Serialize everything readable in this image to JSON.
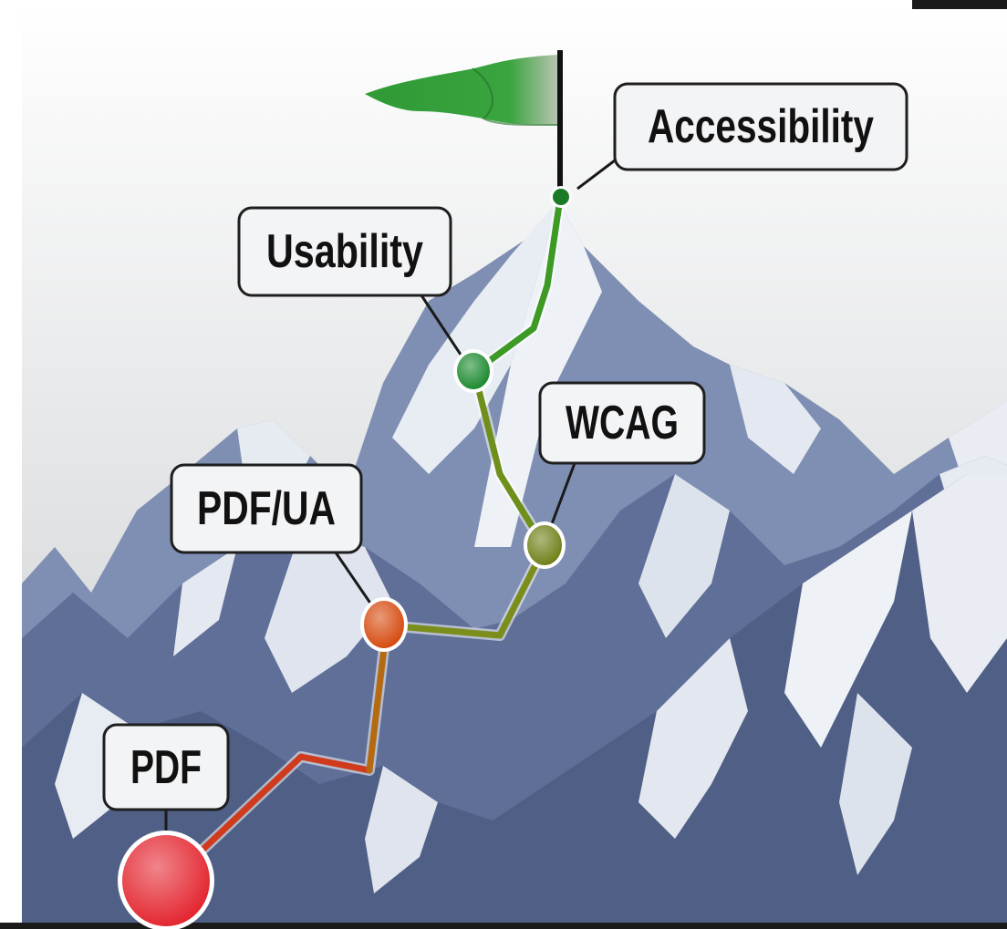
{
  "title": "",
  "colors": {
    "sky_top": "#ffffff",
    "sky_bottom": "#c9cccf",
    "mountain_dark": "#4f5f86",
    "mountain_mid": "#7f8fb3",
    "snow": "#eef1f6",
    "flag": "#2f9a35",
    "label_fill": "#f3f4f6",
    "label_border": "#1e1e1e"
  },
  "milestones": [
    {
      "id": "pdf",
      "label": "PDF",
      "color": "#e3212b",
      "icon": "red-circle-marker"
    },
    {
      "id": "pdfua",
      "label": "PDF/UA",
      "color": "#d4470a",
      "icon": "orange-circle-marker"
    },
    {
      "id": "wcag",
      "label": "WCAG",
      "color": "#6b7d12",
      "icon": "olive-circle-marker"
    },
    {
      "id": "usability",
      "label": "Usability",
      "color": "#17872a",
      "icon": "green-circle-marker"
    },
    {
      "id": "accessibility",
      "label": "Accessibility",
      "color": "#1b7a26",
      "icon": "summit-marker"
    }
  ],
  "path_colors": [
    "#cf3b1c",
    "#b46a12",
    "#7b8d1a",
    "#6f8f1b",
    "#3c9a25"
  ],
  "icons": {
    "flag": "green-flag-icon",
    "mountain": "mountain-range-illustration"
  }
}
